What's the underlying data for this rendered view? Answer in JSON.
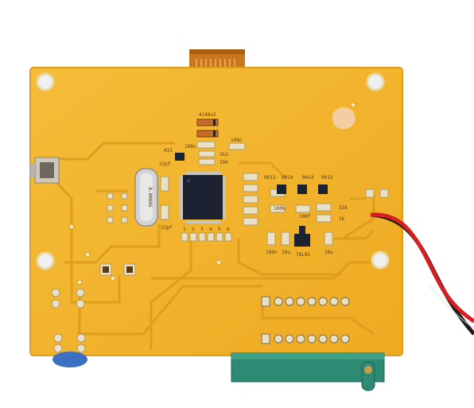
{
  "colors": {
    "board": "#f2b52e",
    "board_edge": "#e2a020",
    "trace": "#d99a1d",
    "pad": "#e9e0c8",
    "chip": "#1d2233",
    "socket": "#2f8a74",
    "wire_red": "#d62020",
    "wire_black": "#1a1a1a",
    "ribbon": "#c8781a"
  },
  "silkscreen": {
    "diode_label": "4148x2",
    "cap_100n_left": "100n",
    "cap_100n_right": "100n",
    "ref_431": "431",
    "res_2k2": "2k2",
    "res_10k": "10k",
    "cap_22pf_top": "22pf",
    "cap_22pf_bottom": "22pf",
    "trans_9013": "9013",
    "trans_9014": "9014",
    "trans_9014b": "9014",
    "trans_9015": "9015",
    "res_100k": "100k",
    "res_100f": "100f",
    "res_33k": "33k",
    "res_1k": "1k",
    "cap_100n_bottom": "100n",
    "cap_10u": "10u",
    "reg_78l05": "78L05",
    "cap_10u_right": "10u"
  },
  "crystal": {
    "marking": "8.000A6"
  },
  "header_pins": [
    "1",
    "2",
    "3",
    "4",
    "5",
    "6"
  ]
}
